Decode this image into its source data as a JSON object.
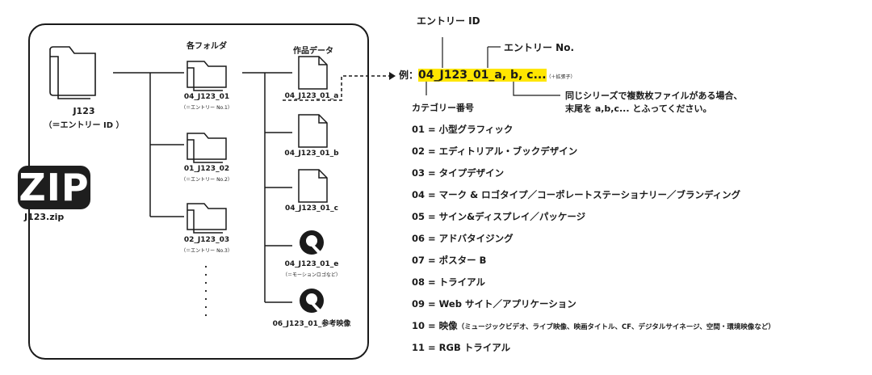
{
  "zip": {
    "badge": "ZIP",
    "filename": "J123.zip"
  },
  "root_folder": {
    "name": "J123",
    "sub": "（＝エントリー ID ）"
  },
  "folders": {
    "header": "各フォルダ",
    "items": [
      {
        "name": "04_J123_01",
        "sub": "（＝エントリー No.1）"
      },
      {
        "name": "01_J123_02",
        "sub": "（＝エントリー No.2）"
      },
      {
        "name": "02_J123_03",
        "sub": "（＝エントリー No.3）"
      }
    ]
  },
  "files": {
    "header": "作品データ",
    "items": [
      {
        "name": "04_J123_01_a",
        "sub": ""
      },
      {
        "name": "04_J123_01_b",
        "sub": ""
      },
      {
        "name": "04_J123_01_c",
        "sub": ""
      },
      {
        "name": "04_J123_01_e",
        "sub": "（＝モーションロゴなど）"
      },
      {
        "name": "06_J123_01_参考映像",
        "sub": ""
      }
    ]
  },
  "example": {
    "label_entry_id": "エントリー ID",
    "label_entry_no": "エントリー No.",
    "prefix": "例：",
    "code_category": "04",
    "code_sep1": "_",
    "code_id": "J123",
    "code_sep2": "_",
    "code_no": "01",
    "code_suffix": "_a, b, c...",
    "ext": "（＋拡張子）",
    "label_category": "カテゴリー番号",
    "note_line1": "同じシリーズで複数枚ファイルがある場合、",
    "note_line2": "末尾を a,b,c... とふってください。"
  },
  "categories": [
    {
      "main": "01 = 小型グラフィック",
      "small": ""
    },
    {
      "main": "02 = エディトリアル・ブックデザイン",
      "small": ""
    },
    {
      "main": "03 = タイプデザイン",
      "small": ""
    },
    {
      "main": "04 = マーク & ロゴタイプ／コーポレートステーショナリー／ブランディング",
      "small": ""
    },
    {
      "main": "05 = サイン&ディスプレイ／パッケージ",
      "small": ""
    },
    {
      "main": "06 = アドバタイジング",
      "small": ""
    },
    {
      "main": "07 = ポスター B",
      "small": ""
    },
    {
      "main": "08 = トライアル",
      "small": ""
    },
    {
      "main": "09 = Web サイト／アプリケーション",
      "small": ""
    },
    {
      "main": "10 = 映像",
      "small": "（ミュージックビデオ、ライブ映像、映画タイトル、CF、デジタルサイネージ、空間・環境映像など）"
    },
    {
      "main": "11 = RGB トライアル",
      "small": ""
    }
  ]
}
